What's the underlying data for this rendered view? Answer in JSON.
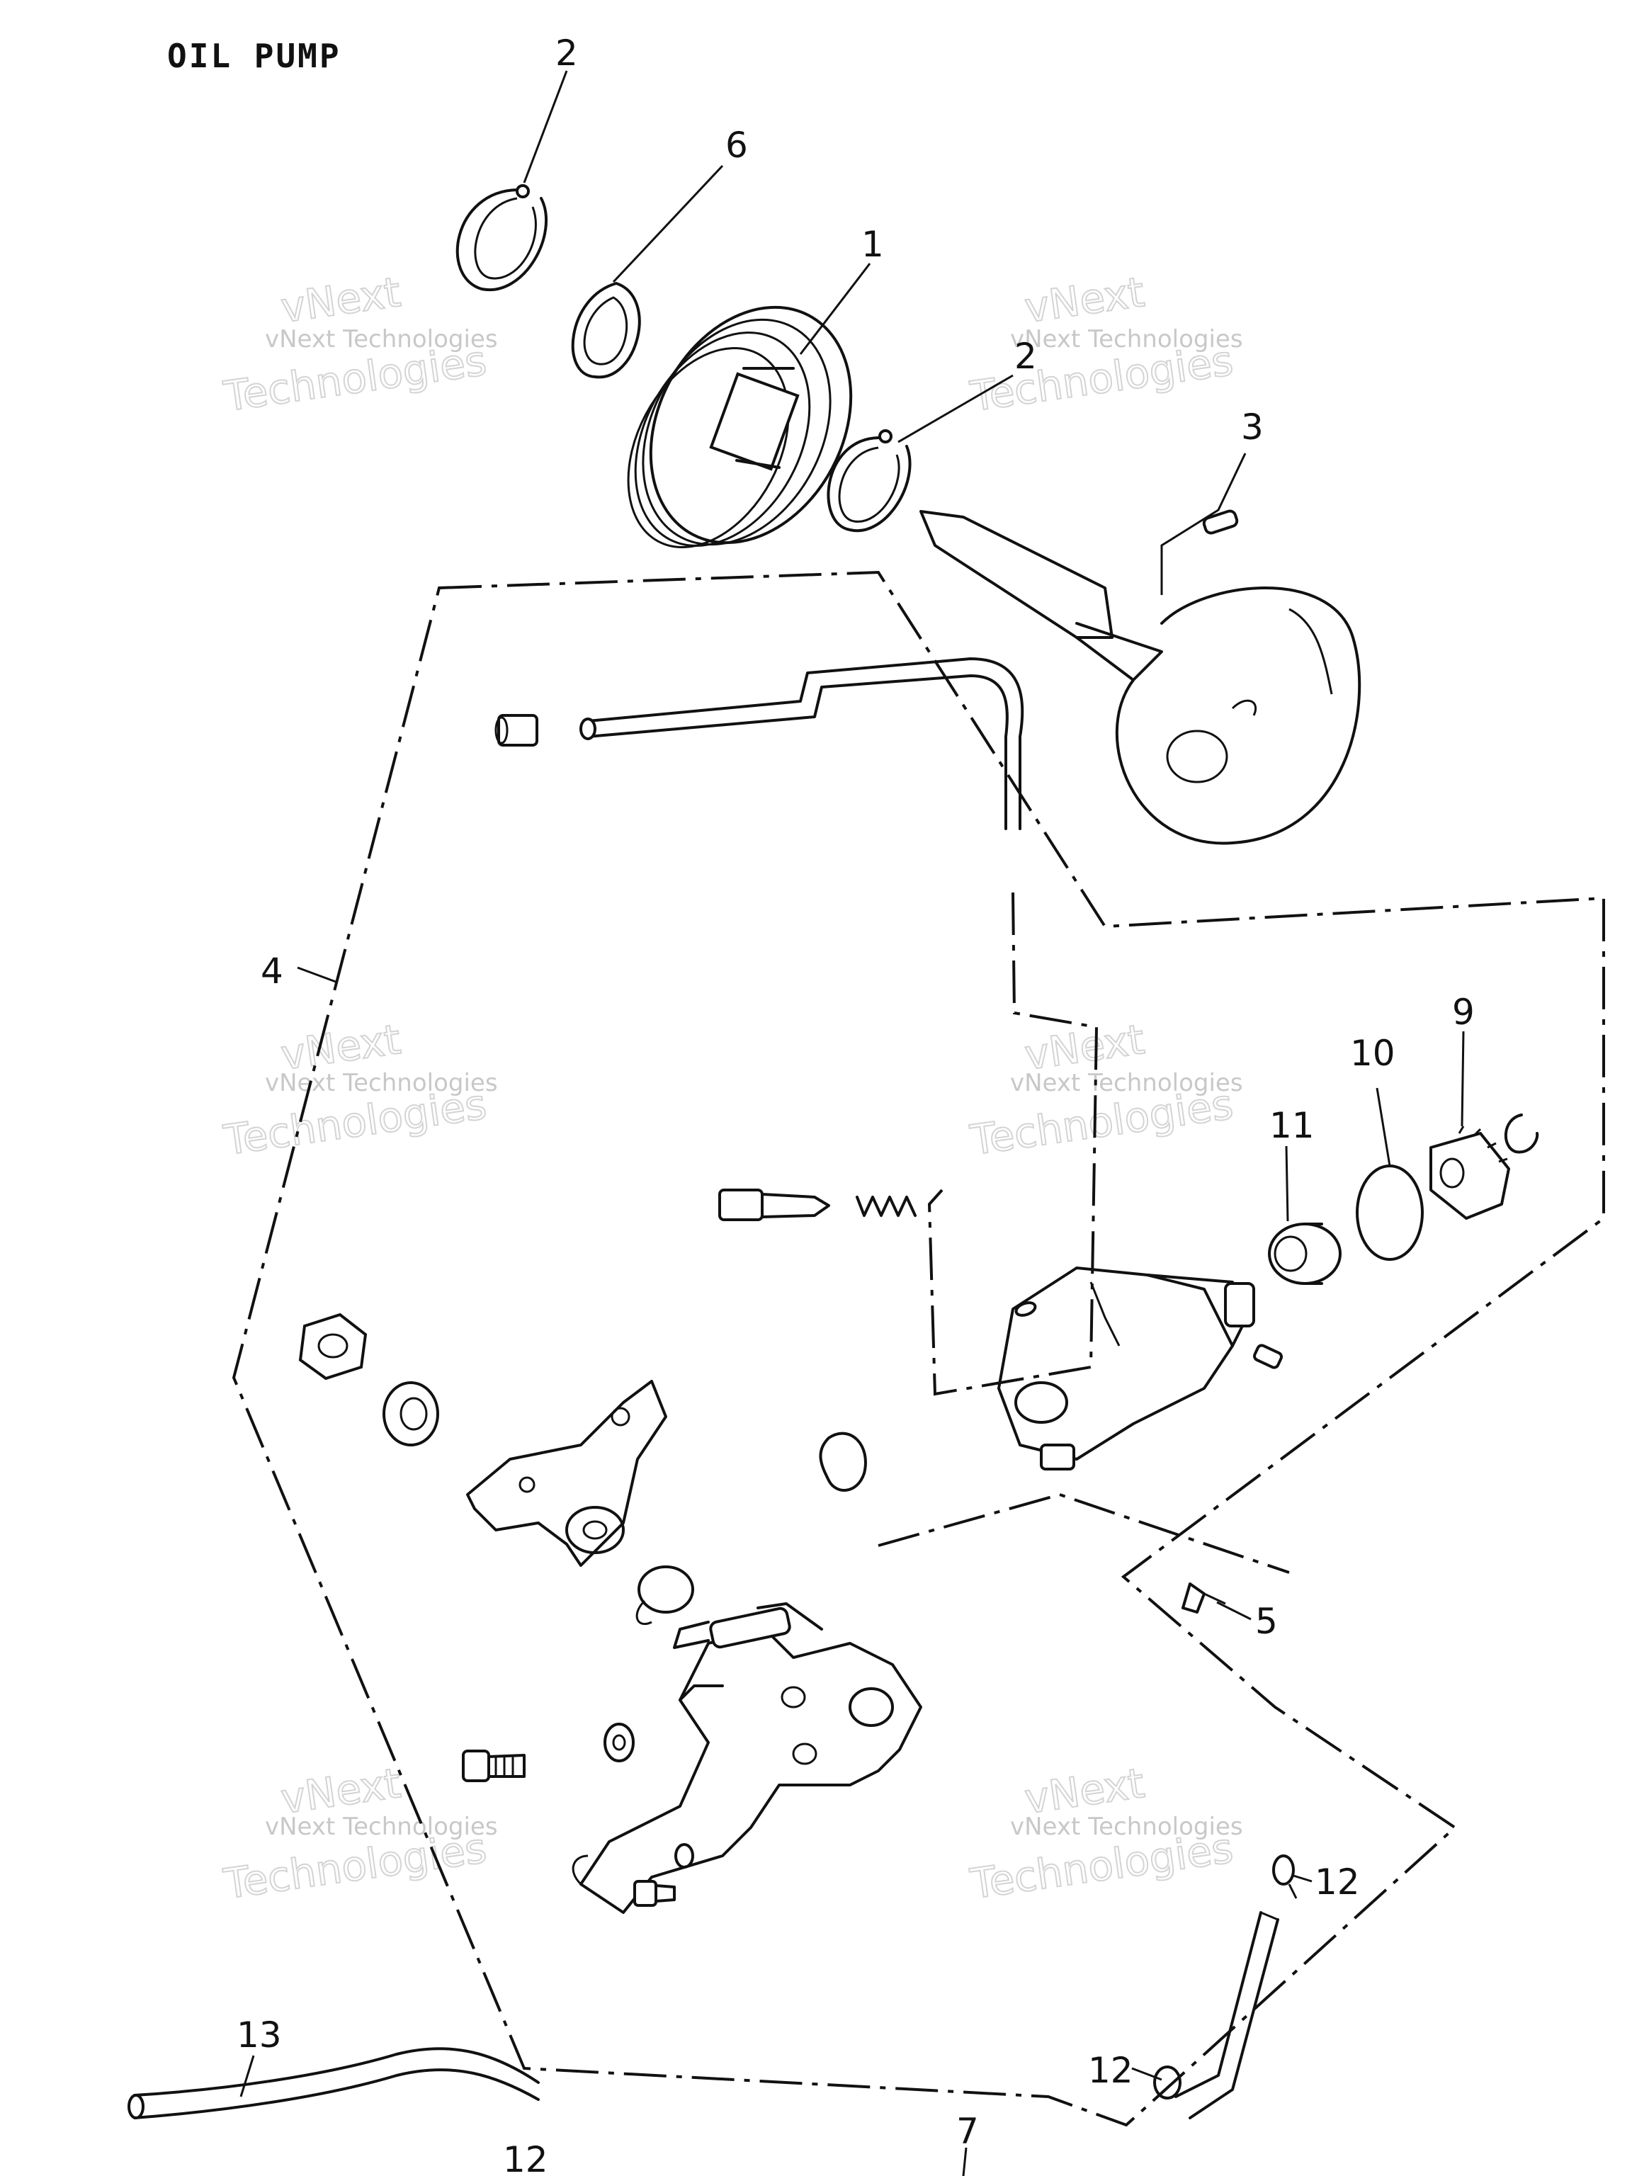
{
  "title": "OIL PUMP",
  "callouts": [
    {
      "id": "c2a",
      "label": "2"
    },
    {
      "id": "c6",
      "label": "6"
    },
    {
      "id": "c1",
      "label": "1"
    },
    {
      "id": "c2b",
      "label": "2"
    },
    {
      "id": "c3",
      "label": "3"
    },
    {
      "id": "c4",
      "label": "4"
    },
    {
      "id": "c9",
      "label": "9"
    },
    {
      "id": "c10",
      "label": "10"
    },
    {
      "id": "c11",
      "label": "11"
    },
    {
      "id": "c5",
      "label": "5"
    },
    {
      "id": "c12a",
      "label": "12"
    },
    {
      "id": "c13",
      "label": "13"
    },
    {
      "id": "c12b",
      "label": "12"
    },
    {
      "id": "c12c",
      "label": "12"
    },
    {
      "id": "c7",
      "label": "7"
    }
  ],
  "watermark": {
    "brand": "vNext",
    "line_small": "vNext Technologies",
    "line_big": "Technologies",
    "color": "#c8c8c8"
  }
}
